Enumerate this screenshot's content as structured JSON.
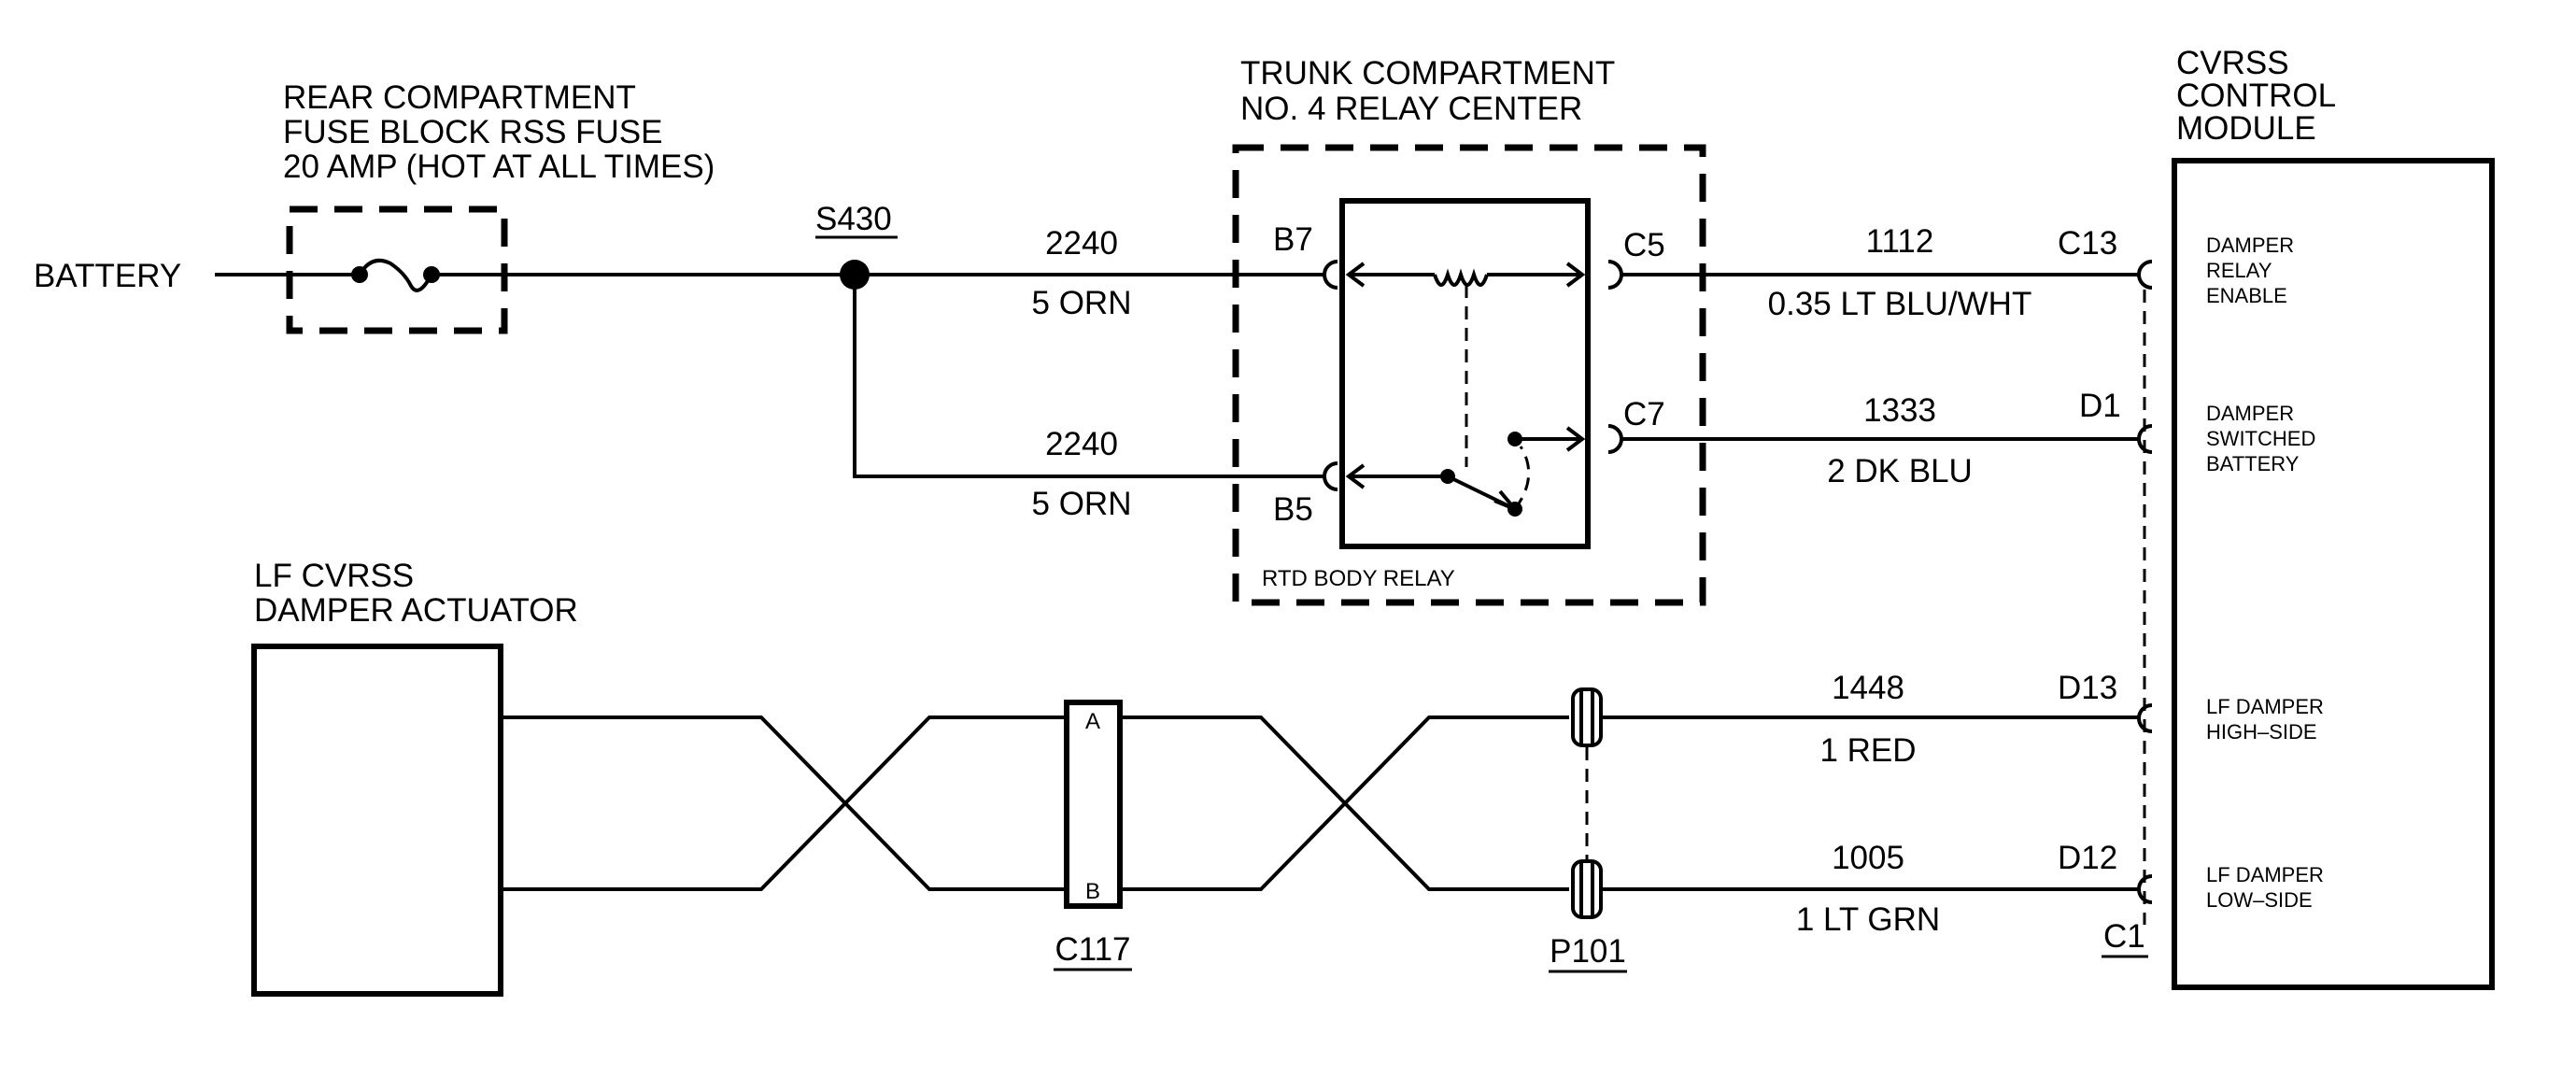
{
  "labels": {
    "fuse_title_1": "REAR COMPARTMENT",
    "fuse_title_2": "FUSE BLOCK RSS FUSE",
    "fuse_title_3": "20 AMP (HOT AT ALL TIMES)",
    "battery": "BATTERY",
    "splice": "S430",
    "relay_center_1": "TRUNK COMPARTMENT",
    "relay_center_2": "NO. 4 RELAY CENTER",
    "relay_name": "RTD BODY RELAY",
    "module_1": "CVRSS",
    "module_2": "CONTROL",
    "module_3": "MODULE",
    "actuator_1": "LF CVRSS",
    "actuator_2": "DAMPER ACTUATOR"
  },
  "relay_pins": {
    "b7": "B7",
    "b5": "B5",
    "c5": "C5",
    "c7": "C7"
  },
  "wires": [
    {
      "circuit": "2240",
      "spec": "5 ORN"
    },
    {
      "circuit": "2240",
      "spec": "5 ORN"
    },
    {
      "circuit": "1112",
      "spec": "0.35 LT BLU/WHT"
    },
    {
      "circuit": "1333",
      "spec": "2 DK BLU"
    },
    {
      "circuit": "1448",
      "spec": "1 RED"
    },
    {
      "circuit": "1005",
      "spec": "1 LT GRN"
    }
  ],
  "module_pins": {
    "c13": "C13",
    "d1": "D1",
    "d13": "D13",
    "d12": "D12",
    "connector": "C1"
  },
  "module_functions": [
    [
      "DAMPER",
      "RELAY",
      "ENABLE"
    ],
    [
      "DAMPER",
      "SWITCHED",
      "BATTERY"
    ],
    [
      "LF DAMPER",
      "HIGH–SIDE"
    ],
    [
      "LF DAMPER",
      "LOW–SIDE"
    ]
  ],
  "connectors": {
    "c117": "C117",
    "c117_pin_a": "A",
    "c117_pin_b": "B",
    "p101": "P101"
  }
}
